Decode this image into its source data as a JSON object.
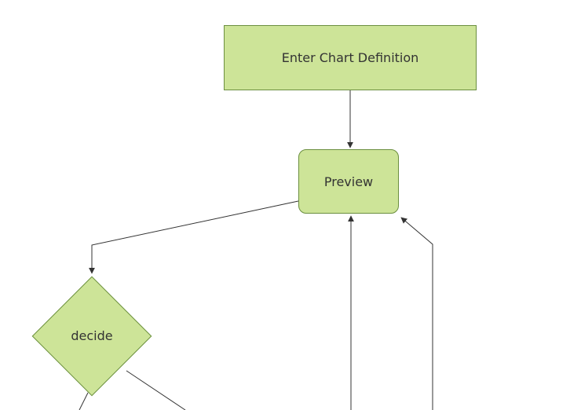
{
  "diagram": {
    "type": "flowchart",
    "background_color": "#ffffff",
    "node_fill_color": "#cde498",
    "node_border_color": "#6b8f3f",
    "edge_color": "#333333",
    "text_color": "#333333",
    "nodes": [
      {
        "id": "enter-chart-definition",
        "label": "Enter Chart Definition",
        "shape": "rectangle"
      },
      {
        "id": "preview",
        "label": "Preview",
        "shape": "rounded-rectangle"
      },
      {
        "id": "decide",
        "label": "decide",
        "shape": "diamond"
      }
    ],
    "edges": [
      {
        "from": "enter-chart-definition",
        "to": "preview",
        "arrow": true
      },
      {
        "from": "preview",
        "to": "decide",
        "arrow": true
      },
      {
        "from": "offscreen-bottom-1",
        "to": "preview",
        "arrow": true
      },
      {
        "from": "offscreen-bottom-2",
        "to": "preview",
        "arrow": true
      },
      {
        "from": "decide",
        "to": "offscreen-bottom-left",
        "arrow": false
      },
      {
        "from": "decide",
        "to": "offscreen-bottom-right",
        "arrow": false
      }
    ]
  }
}
